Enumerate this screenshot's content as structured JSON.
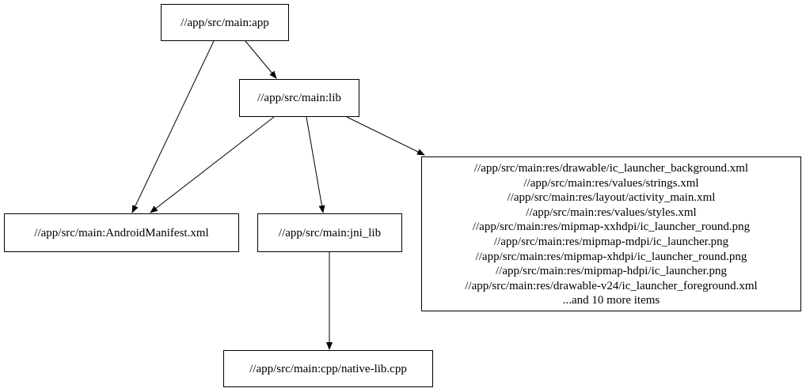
{
  "diagram": {
    "type": "dependency-graph",
    "background_color": "#ffffff",
    "node_fill_color": "#ffffff",
    "node_border_color": "#000000",
    "edge_color": "#000000",
    "nodes": {
      "app": {
        "label": "//app/src/main:app"
      },
      "lib": {
        "label": "//app/src/main:lib"
      },
      "android_manifest": {
        "label": "//app/src/main:AndroidManifest.xml"
      },
      "jni_lib": {
        "label": "//app/src/main:jni_lib"
      },
      "res_group": {
        "lines": [
          "//app/src/main:res/drawable/ic_launcher_background.xml",
          "//app/src/main:res/values/strings.xml",
          "//app/src/main:res/layout/activity_main.xml",
          "//app/src/main:res/values/styles.xml",
          "//app/src/main:res/mipmap-xxhdpi/ic_launcher_round.png",
          "//app/src/main:res/mipmap-mdpi/ic_launcher.png",
          "//app/src/main:res/mipmap-xhdpi/ic_launcher_round.png",
          "//app/src/main:res/mipmap-hdpi/ic_launcher.png",
          "//app/src/main:res/drawable-v24/ic_launcher_foreground.xml",
          "...and 10 more items"
        ]
      },
      "native_lib_cpp": {
        "label": "//app/src/main:cpp/native-lib.cpp"
      }
    },
    "edges": [
      {
        "from": "app",
        "to": "lib"
      },
      {
        "from": "app",
        "to": "android_manifest"
      },
      {
        "from": "lib",
        "to": "android_manifest"
      },
      {
        "from": "lib",
        "to": "jni_lib"
      },
      {
        "from": "lib",
        "to": "res_group"
      },
      {
        "from": "jni_lib",
        "to": "native_lib_cpp"
      }
    ]
  }
}
